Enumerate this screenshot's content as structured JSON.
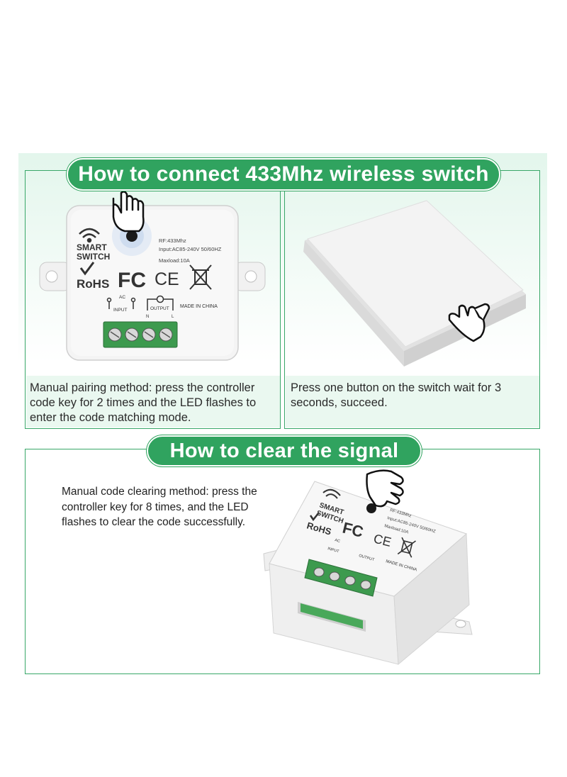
{
  "top_section": {
    "banner_title": "How to connect 433Mhz wireless switch",
    "left_caption": "Manual pairing method: press the controller code key for 2 times and the LED flashes to enter the code matching mode.",
    "right_caption": "Press one button on the switch wait for 3 seconds, succeed."
  },
  "bottom_section": {
    "banner_title": "How to clear the signal",
    "note": "Manual code clearing method: press the controller key for 8 times, and the LED flashes  to clear the code successfully."
  },
  "device_labels": {
    "brand_line1": "SMART",
    "brand_line2": "SWITCH",
    "rf": "RF:433Mhz",
    "input": "Input:AC85-240V 50/60HZ",
    "maxload": "Maxload:10A",
    "rohs": "RoHS",
    "fc": "FC",
    "ce": "CE",
    "ac": "AC",
    "input_terminal": "INPUT",
    "output_terminal": "OUTPUT",
    "n": "N",
    "l": "L",
    "made_in": "MADE IN CHINA"
  },
  "colors": {
    "accent": "#30a35f",
    "border": "#38a768",
    "terminal": "#3d9a4e"
  },
  "icons": [
    "wifi-icon",
    "hand-pointer-icon",
    "checkmark-icon",
    "weee-bin-icon"
  ]
}
